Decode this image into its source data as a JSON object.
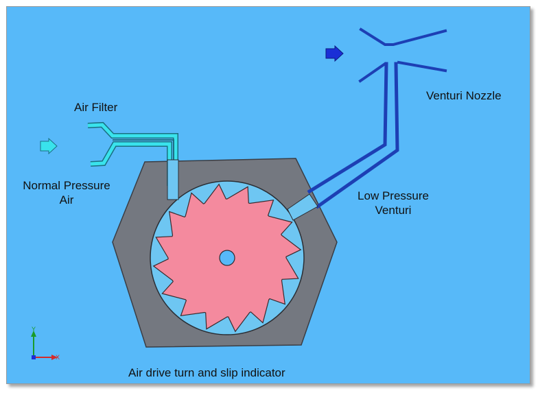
{
  "labels": {
    "air_filter": "Air Filter",
    "normal_pressure_line1": "Normal Pressure",
    "normal_pressure_line2": "Air",
    "venturi_nozzle": "Venturi Nozzle",
    "low_pressure_line1": "Low Pressure",
    "low_pressure_line2": "Venturi",
    "caption": "Air drive turn and slip indicator"
  },
  "axes": {
    "y": "Y",
    "x": "X"
  },
  "colors": {
    "background": "#57b9f9",
    "housing": "#747880",
    "rotor": "#f48a9e",
    "filter_duct": "#39e3ec",
    "venturi_duct": "#1d3fb4",
    "flow_arrow_in": "#39e3ec",
    "flow_arrow_out": "#1a2fd6"
  },
  "rotor": {
    "blade_count": 16
  },
  "icons": [
    "flow-arrow-in-icon",
    "flow-arrow-out-icon",
    "axis-triad-icon"
  ]
}
